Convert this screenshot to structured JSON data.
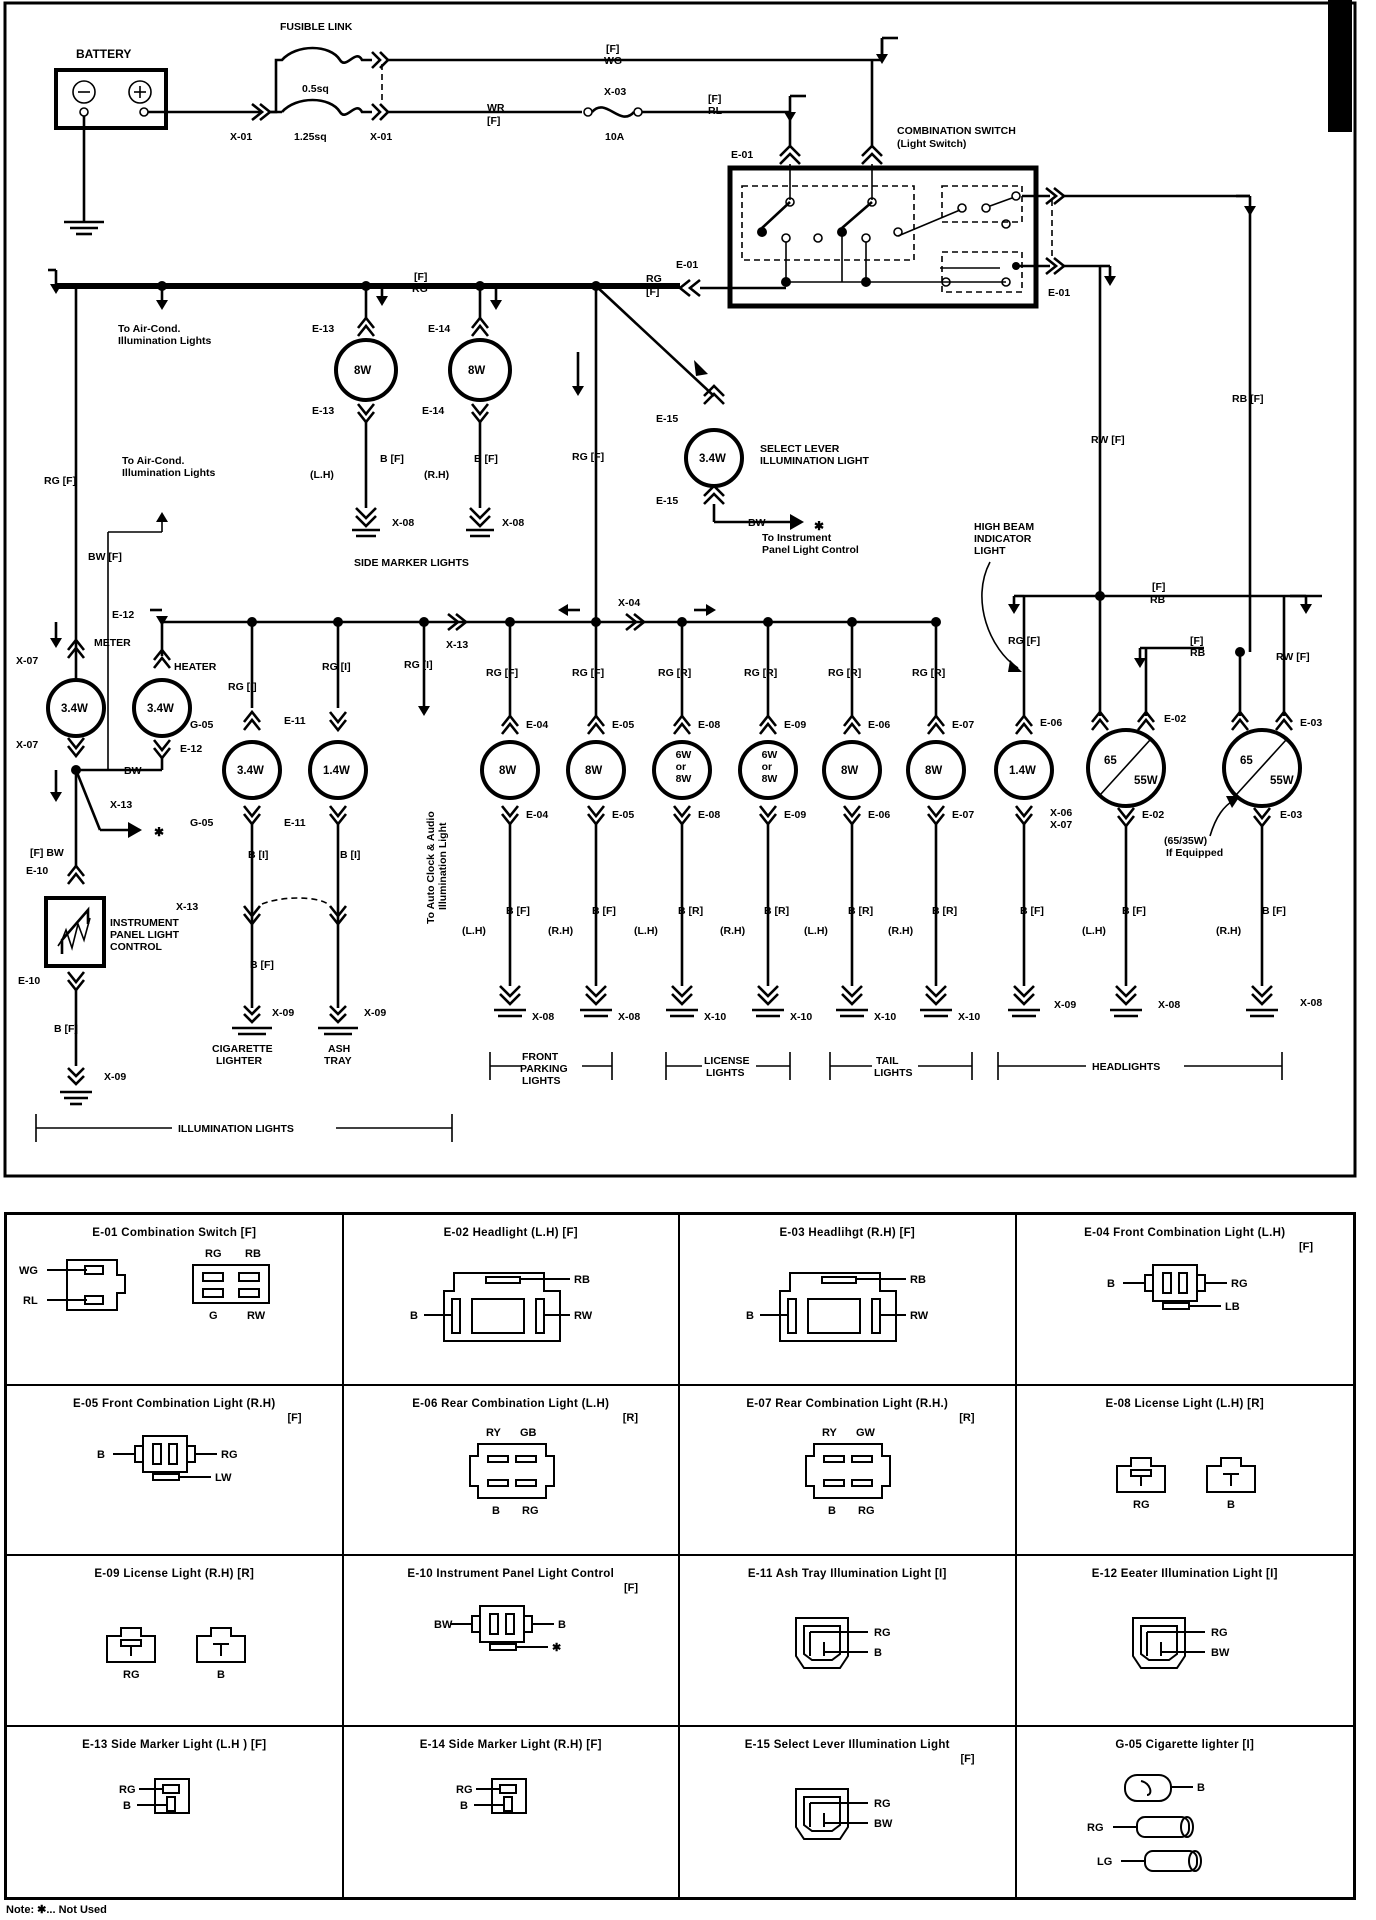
{
  "battery": {
    "title": "BATTERY",
    "minus": "⊖",
    "plus": "⊕"
  },
  "fusible_link": {
    "title": "FUSIBLE LINK",
    "upper": "0.5sq",
    "lower": "1.25sq"
  },
  "connectors_top": {
    "x01": "X-01",
    "x03": "X-03",
    "x04": "X-04",
    "x13": "X-13",
    "x09": "X-09",
    "x08": "X-08",
    "x10": "X-10",
    "x06": "X-06",
    "x07": "X-07",
    "e01": "E-01",
    "e02": "E-02",
    "e03": "E-03",
    "e04": "E-04",
    "e05": "E-05",
    "e06": "E-06",
    "e07": "E-07",
    "e08": "E-08",
    "e09": "E-09",
    "e10": "E-10",
    "e11": "E-11",
    "e12": "E-12",
    "e13": "E-13",
    "e14": "E-14",
    "e15": "E-15",
    "g05": "G-05"
  },
  "fuse": {
    "rating": "10A"
  },
  "wires": {
    "wg": "WG",
    "f": "[F]",
    "wr": "WR",
    "rl": "RL",
    "rg": "RG",
    "rgf": "RG [F]",
    "rgr": "RG [R]",
    "rgi": "RG [I]",
    "bf": "B [F]",
    "br": "B [R]",
    "bi": "B [I]",
    "bw": "BW",
    "bwf": "BW [F]",
    "fbw": "[F] BW",
    "rb": "RB",
    "rbf": "RB [F]",
    "rwf": "RW [F]",
    "fr": "[F]"
  },
  "combination_switch": {
    "title": "COMBINATION SWITCH",
    "subtitle": "(Light Switch)"
  },
  "notes": {
    "aircond1": "To Air-Cond.",
    "aircond1b": "Illumination Lights",
    "aircond2": "To Air-Cond.",
    "aircond2b": "Illumination Lights",
    "select_lever": "SELECT LEVER",
    "select_lever_b": "ILLUMINATION LIGHT",
    "to_instrument": "To Instrument",
    "to_instrument_b": "Panel Light Control",
    "high_beam": "HIGH BEAM",
    "high_beam_b": "INDICATOR",
    "high_beam_c": "LIGHT",
    "meter": "METER",
    "heater": "HEATER",
    "auto_clock": "To Auto Clock & Audio",
    "auto_clock_b": "Illumination Light",
    "ipl_control": "INSTRUMENT",
    "ipl_control_b": "PANEL LIGHT",
    "ipl_control_c": "CONTROL",
    "if_equipped": "(65/35W)",
    "if_equipped_b": "If Equipped",
    "lh": "(L.H)",
    "rh": "(R.H)",
    "lh2": "(L.H)",
    "rh2": "(R.H)"
  },
  "bulbs": {
    "w8": "8W",
    "w34": "3.4W",
    "w14": "1.4W",
    "w6or8": [
      "6W",
      "or",
      "8W"
    ],
    "w65": "65",
    "w55": "55W"
  },
  "groups": {
    "side_marker": "SIDE MARKER LIGHTS",
    "cigarette": [
      "CIGARETTE",
      "LIGHTER"
    ],
    "ash_tray": [
      "ASH",
      "TRAY"
    ],
    "front_parking": [
      "FRONT",
      "PARKING",
      "LIGHTS"
    ],
    "license": [
      "LICENSE",
      "LIGHTS"
    ],
    "tail": [
      "TAIL",
      "LIGHTS"
    ],
    "headlights": "HEADLIGHTS",
    "illumination": "ILLUMINATION LIGHTS"
  },
  "connector_cells": [
    {
      "title": "E-01 Combination Switch [F]",
      "pins": [
        "WG",
        "RL",
        "RG",
        "RB",
        "G",
        "RW"
      ]
    },
    {
      "title": "E-02 Headlight (L.H) [F]",
      "pins": [
        "RB",
        "B",
        "RW"
      ]
    },
    {
      "title": "E-03 Headlihgt (R.H) [F]",
      "pins": [
        "RB",
        "B",
        "RW"
      ]
    },
    {
      "title": "E-04 Front Combination Light (L.H)",
      "extra": "[F]",
      "pins": [
        "B",
        "RG",
        "LB"
      ]
    },
    {
      "title": "E-05 Front Combination Light (R.H)",
      "extra": "[F]",
      "pins": [
        "B",
        "RG",
        "LW"
      ]
    },
    {
      "title": "E-06 Rear Combination Light (L.H)",
      "extra": "[R]",
      "pins": [
        "RY",
        "GB",
        "B",
        "RG"
      ]
    },
    {
      "title": "E-07 Rear Combination Light (R.H.)",
      "extra": "[R]",
      "pins": [
        "RY",
        "GW",
        "B",
        "RG"
      ]
    },
    {
      "title": "E-08 License Light (L.H) [R]",
      "pins": [
        "RG",
        "B"
      ]
    },
    {
      "title": "E-09 License Light (R.H) [R]",
      "pins": [
        "RG",
        "B"
      ]
    },
    {
      "title": "E-10 Instrument Panel Light Control",
      "extra": "[F]",
      "pins": [
        "BW",
        "B",
        "✱"
      ]
    },
    {
      "title": "E-11 Ash Tray Illumination Light [I]",
      "pins": [
        "RG",
        "B"
      ]
    },
    {
      "title": "E-12 Eeater Illumination Light [I]",
      "pins": [
        "RG",
        "BW"
      ]
    },
    {
      "title": "E-13 Side Marker Light (L.H ) [F]",
      "pins": [
        "RG",
        "B"
      ]
    },
    {
      "title": "E-14 Side Marker Light (R.H) [F]",
      "pins": [
        "RG",
        "B"
      ]
    },
    {
      "title": "E-15 Select Lever Illumination Light",
      "extra": "[F]",
      "pins": [
        "RG",
        "BW"
      ]
    },
    {
      "title": "G-05 Cigarette lighter [I]",
      "pins": [
        "B",
        "RG",
        "LG"
      ]
    }
  ],
  "note": "Note: ✱... Not Used"
}
